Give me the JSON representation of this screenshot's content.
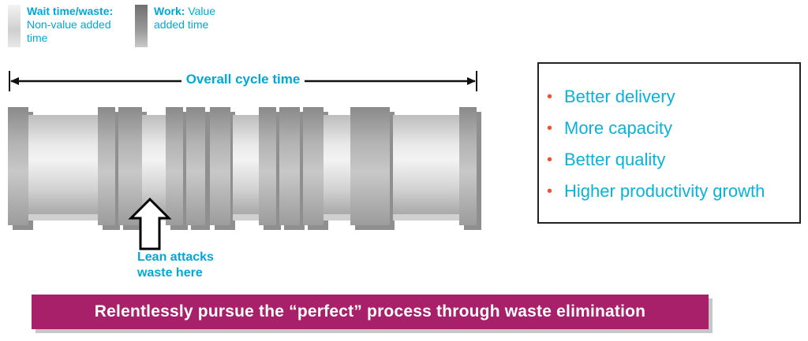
{
  "legend": {
    "wait": {
      "title": "Wait time/waste:",
      "desc_line1": "Non-value added",
      "desc_line2": "time"
    },
    "work": {
      "title": "Work:",
      "desc_line1": "Value",
      "desc_line2": "added time"
    }
  },
  "timeline": {
    "label": "Overall cycle time"
  },
  "callout": {
    "line1": "Lean attacks",
    "line2": "waste here"
  },
  "benefits": {
    "items": [
      "Better delivery",
      "More capacity",
      "Better quality",
      "Higher productivity growth"
    ]
  },
  "banner": {
    "text": "Relentlessly pursue the “perfect” process through waste elimination"
  },
  "colors": {
    "accent_text": "#00a8d8",
    "bullet": "#e8563a",
    "banner_bg": "#a8206a",
    "work_block": "#9a9a9a",
    "wait_block": "#e6e6e6"
  }
}
